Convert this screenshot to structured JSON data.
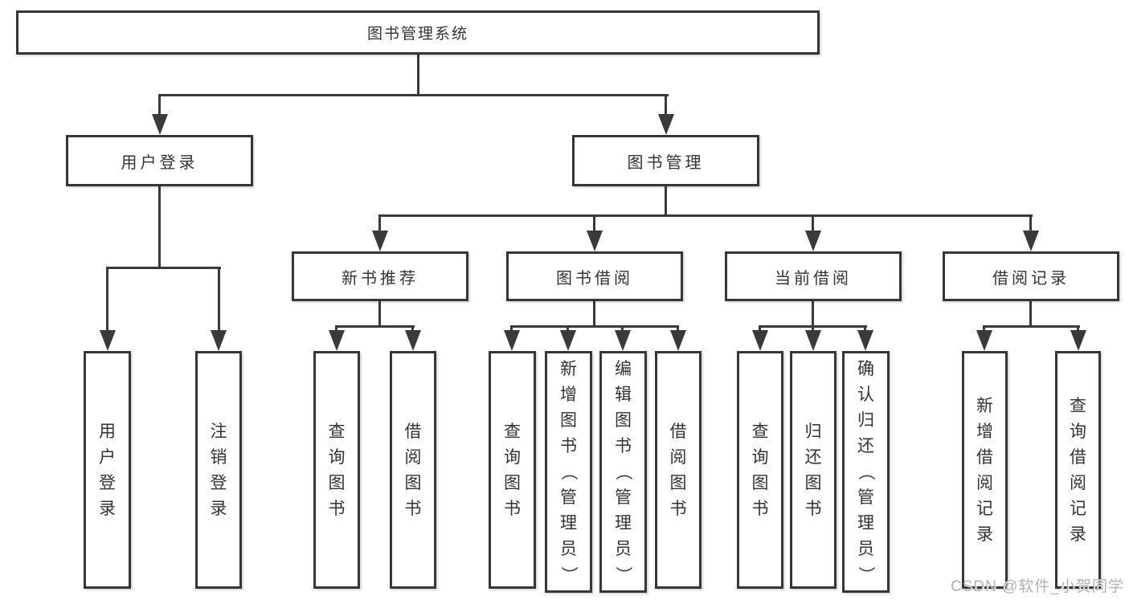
{
  "colors": {
    "line": "#3a3a3a",
    "box_border": "#363636",
    "text": "#333333",
    "watermark": "#b3b3b3",
    "background": "#ffffff"
  },
  "nodes": {
    "root": {
      "label": "图书管理系统"
    },
    "level2": [
      {
        "label": "用户登录"
      },
      {
        "label": "图书管理"
      }
    ],
    "level3": [
      {
        "label": "新书推荐",
        "parent": "图书管理"
      },
      {
        "label": "图书借阅",
        "parent": "图书管理"
      },
      {
        "label": "当前借阅",
        "parent": "图书管理"
      },
      {
        "label": "借阅记录",
        "parent": "图书管理"
      }
    ],
    "leaves": [
      {
        "label": "用户登录",
        "parent": "用户登录"
      },
      {
        "label": "注销登录",
        "parent": "用户登录"
      },
      {
        "label": "查询图书",
        "parent": "新书推荐"
      },
      {
        "label": "借阅图书",
        "parent": "新书推荐"
      },
      {
        "label": "查询图书",
        "parent": "图书借阅"
      },
      {
        "label": "新增图书（管理员）",
        "parent": "图书借阅"
      },
      {
        "label": "编辑图书（管理员）",
        "parent": "图书借阅"
      },
      {
        "label": "借阅图书",
        "parent": "图书借阅"
      },
      {
        "label": "查询图书",
        "parent": "当前借阅"
      },
      {
        "label": "归还图书",
        "parent": "当前借阅"
      },
      {
        "label": "确认归还（管理员）",
        "parent": "当前借阅"
      },
      {
        "label": "新增借阅记录",
        "parent": "借阅记录"
      },
      {
        "label": "查询借阅记录",
        "parent": "借阅记录"
      }
    ]
  },
  "watermark": {
    "text": "CSDN @软件_小贺同学"
  }
}
